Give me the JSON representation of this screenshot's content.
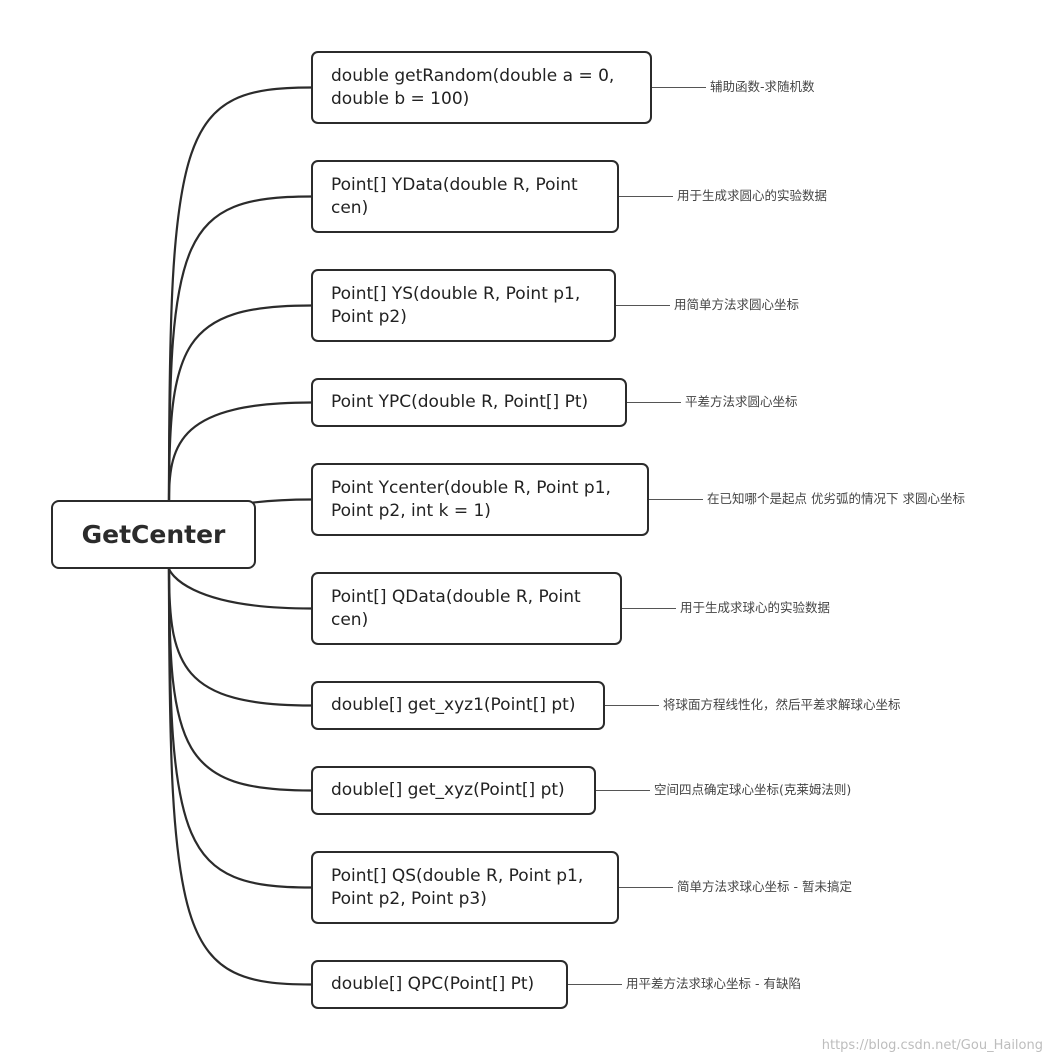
{
  "root": {
    "label": "GetCenter"
  },
  "nodes": [
    {
      "label": "double getRandom(double a = 0,\ndouble b = 100)",
      "note": "辅助函数-求随机数"
    },
    {
      "label": "Point[] YData(double R, Point\ncen)",
      "note": "用于生成求圆心的实验数据"
    },
    {
      "label": "Point[] YS(double R, Point p1,\nPoint p2)",
      "note": "用简单方法求圆心坐标"
    },
    {
      "label": "Point YPC(double R, Point[] Pt)",
      "note": "平差方法求圆心坐标"
    },
    {
      "label": "Point Ycenter(double R, Point p1,\nPoint p2, int k = 1)",
      "note": "在已知哪个是起点 优劣弧的情况下 求圆心坐标"
    },
    {
      "label": "Point[] QData(double R, Point\ncen)",
      "note": "用于生成求球心的实验数据"
    },
    {
      "label": "double[] get_xyz1(Point[] pt)",
      "note": "将球面方程线性化，然后平差求解球心坐标"
    },
    {
      "label": "double[] get_xyz(Point[] pt)",
      "note": "空间四点确定球心坐标(克莱姆法则)"
    },
    {
      "label": "Point[] QS(double R, Point p1,\nPoint p2, Point p3)",
      "note": "简单方法求球心坐标 - 暂未搞定"
    },
    {
      "label": "double[] QPC(Point[] Pt)",
      "note": "用平差方法求球心坐标 - 有缺陷"
    }
  ],
  "watermark": "https://blog.csdn.net/Gou_Hailong",
  "colors": {
    "line": "#2b2b2b",
    "note_line": "#555555"
  }
}
